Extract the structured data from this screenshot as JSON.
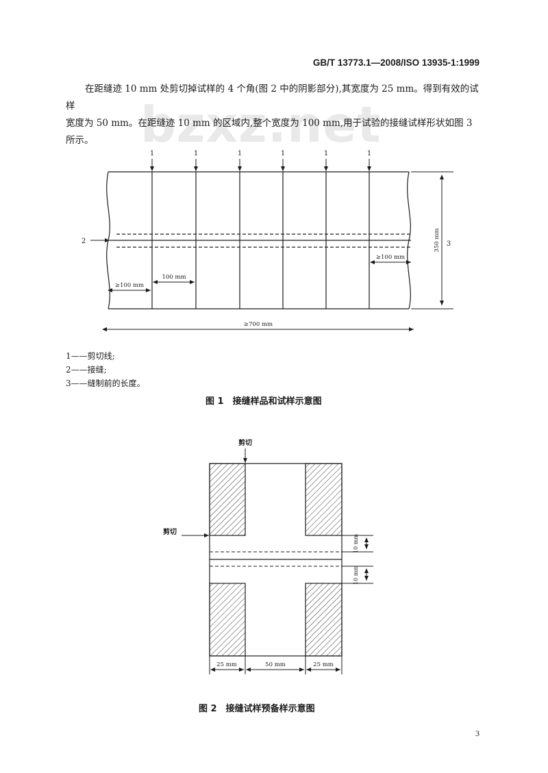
{
  "header": {
    "standard_code": "GB/T 13773.1—2008/ISO 13935-1:1999"
  },
  "watermark": "bzxz.net",
  "body_text": {
    "line1": "在距缝迹 10 mm 处剪切掉试样的 4 个角(图 2 中的阴影部分),其宽度为 25 mm。得到有效的试样",
    "line2": "宽度为 50 mm。在距缝迹 10 mm 的区域内,整个宽度为 100 mm,用于试验的接缝试样形状如图 3",
    "line3": "所示。"
  },
  "figure1": {
    "cut_line_marker": "1",
    "seam_marker": "2",
    "length_marker": "3",
    "dim_height": "350 mm",
    "dim_right_min": "≥100 mm",
    "dim_left_min": "≥100 mm",
    "dim_strip": "100 mm",
    "dim_total": "≥700 mm"
  },
  "legend": {
    "item1": "1——剪切线;",
    "item2": "2——接缝;",
    "item3": "3——缝制前的长度。"
  },
  "caption1": "图 1　接缝样品和试样示意图",
  "figure2": {
    "cut_top": "剪切",
    "cut_left": "剪切",
    "dim_10mm_upper": "10 mm",
    "dim_10mm_lower": "10 mm",
    "dim_25mm_left": "25 mm",
    "dim_50mm": "50 mm",
    "dim_25mm_right": "25 mm"
  },
  "caption2": "图 2　接缝试样预备样示意图",
  "page_number": "3"
}
